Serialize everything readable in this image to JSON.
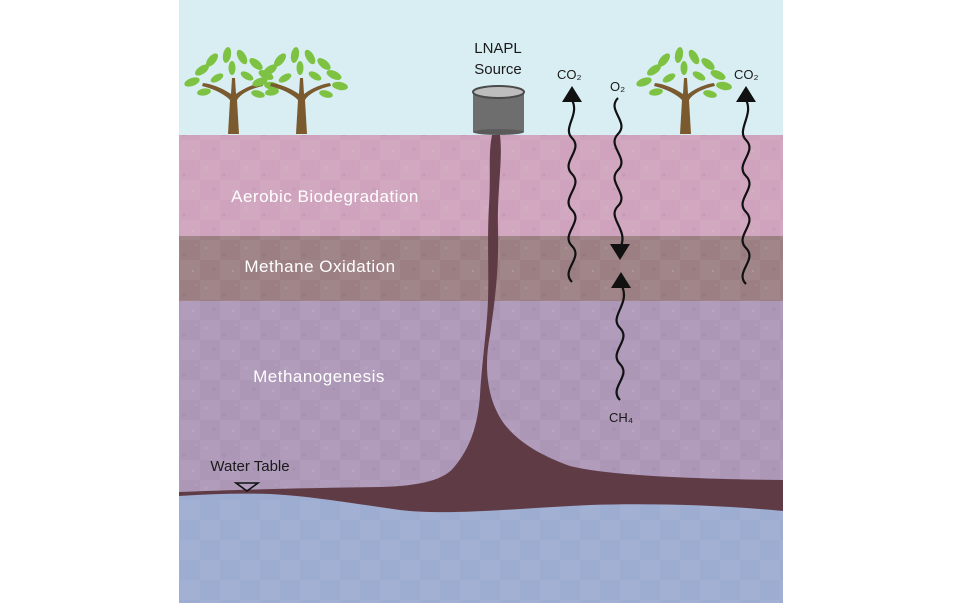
{
  "labels": {
    "source_line1": "LNAPL",
    "source_line2": "Source",
    "zone_aerobic": "Aerobic  Biodegradation",
    "zone_methane_ox": "Methane  Oxidation",
    "zone_methanogenesis": "Methanogenesis",
    "water_table": "Water Table",
    "co2_left": "CO₂",
    "o2": "O₂",
    "co2_right": "CO₂",
    "ch4": "CH₄"
  },
  "colors": {
    "sky": "#d9eef3",
    "aerobic_zone": "#cfa3bd",
    "methane_oxidation_zone": "#9c7f83",
    "methanogenesis_zone": "#ad97b7",
    "groundwater": "#9dacd1",
    "lnapl": "#5f3b45",
    "tree_leaf": "#7dc242",
    "tree_trunk": "#7a5a2e",
    "source_container": "#6e6e6e"
  },
  "icons": [
    "tree-icon",
    "source-container-icon",
    "water-table-triangle-icon",
    "arrow-up-icon",
    "arrow-down-icon"
  ]
}
